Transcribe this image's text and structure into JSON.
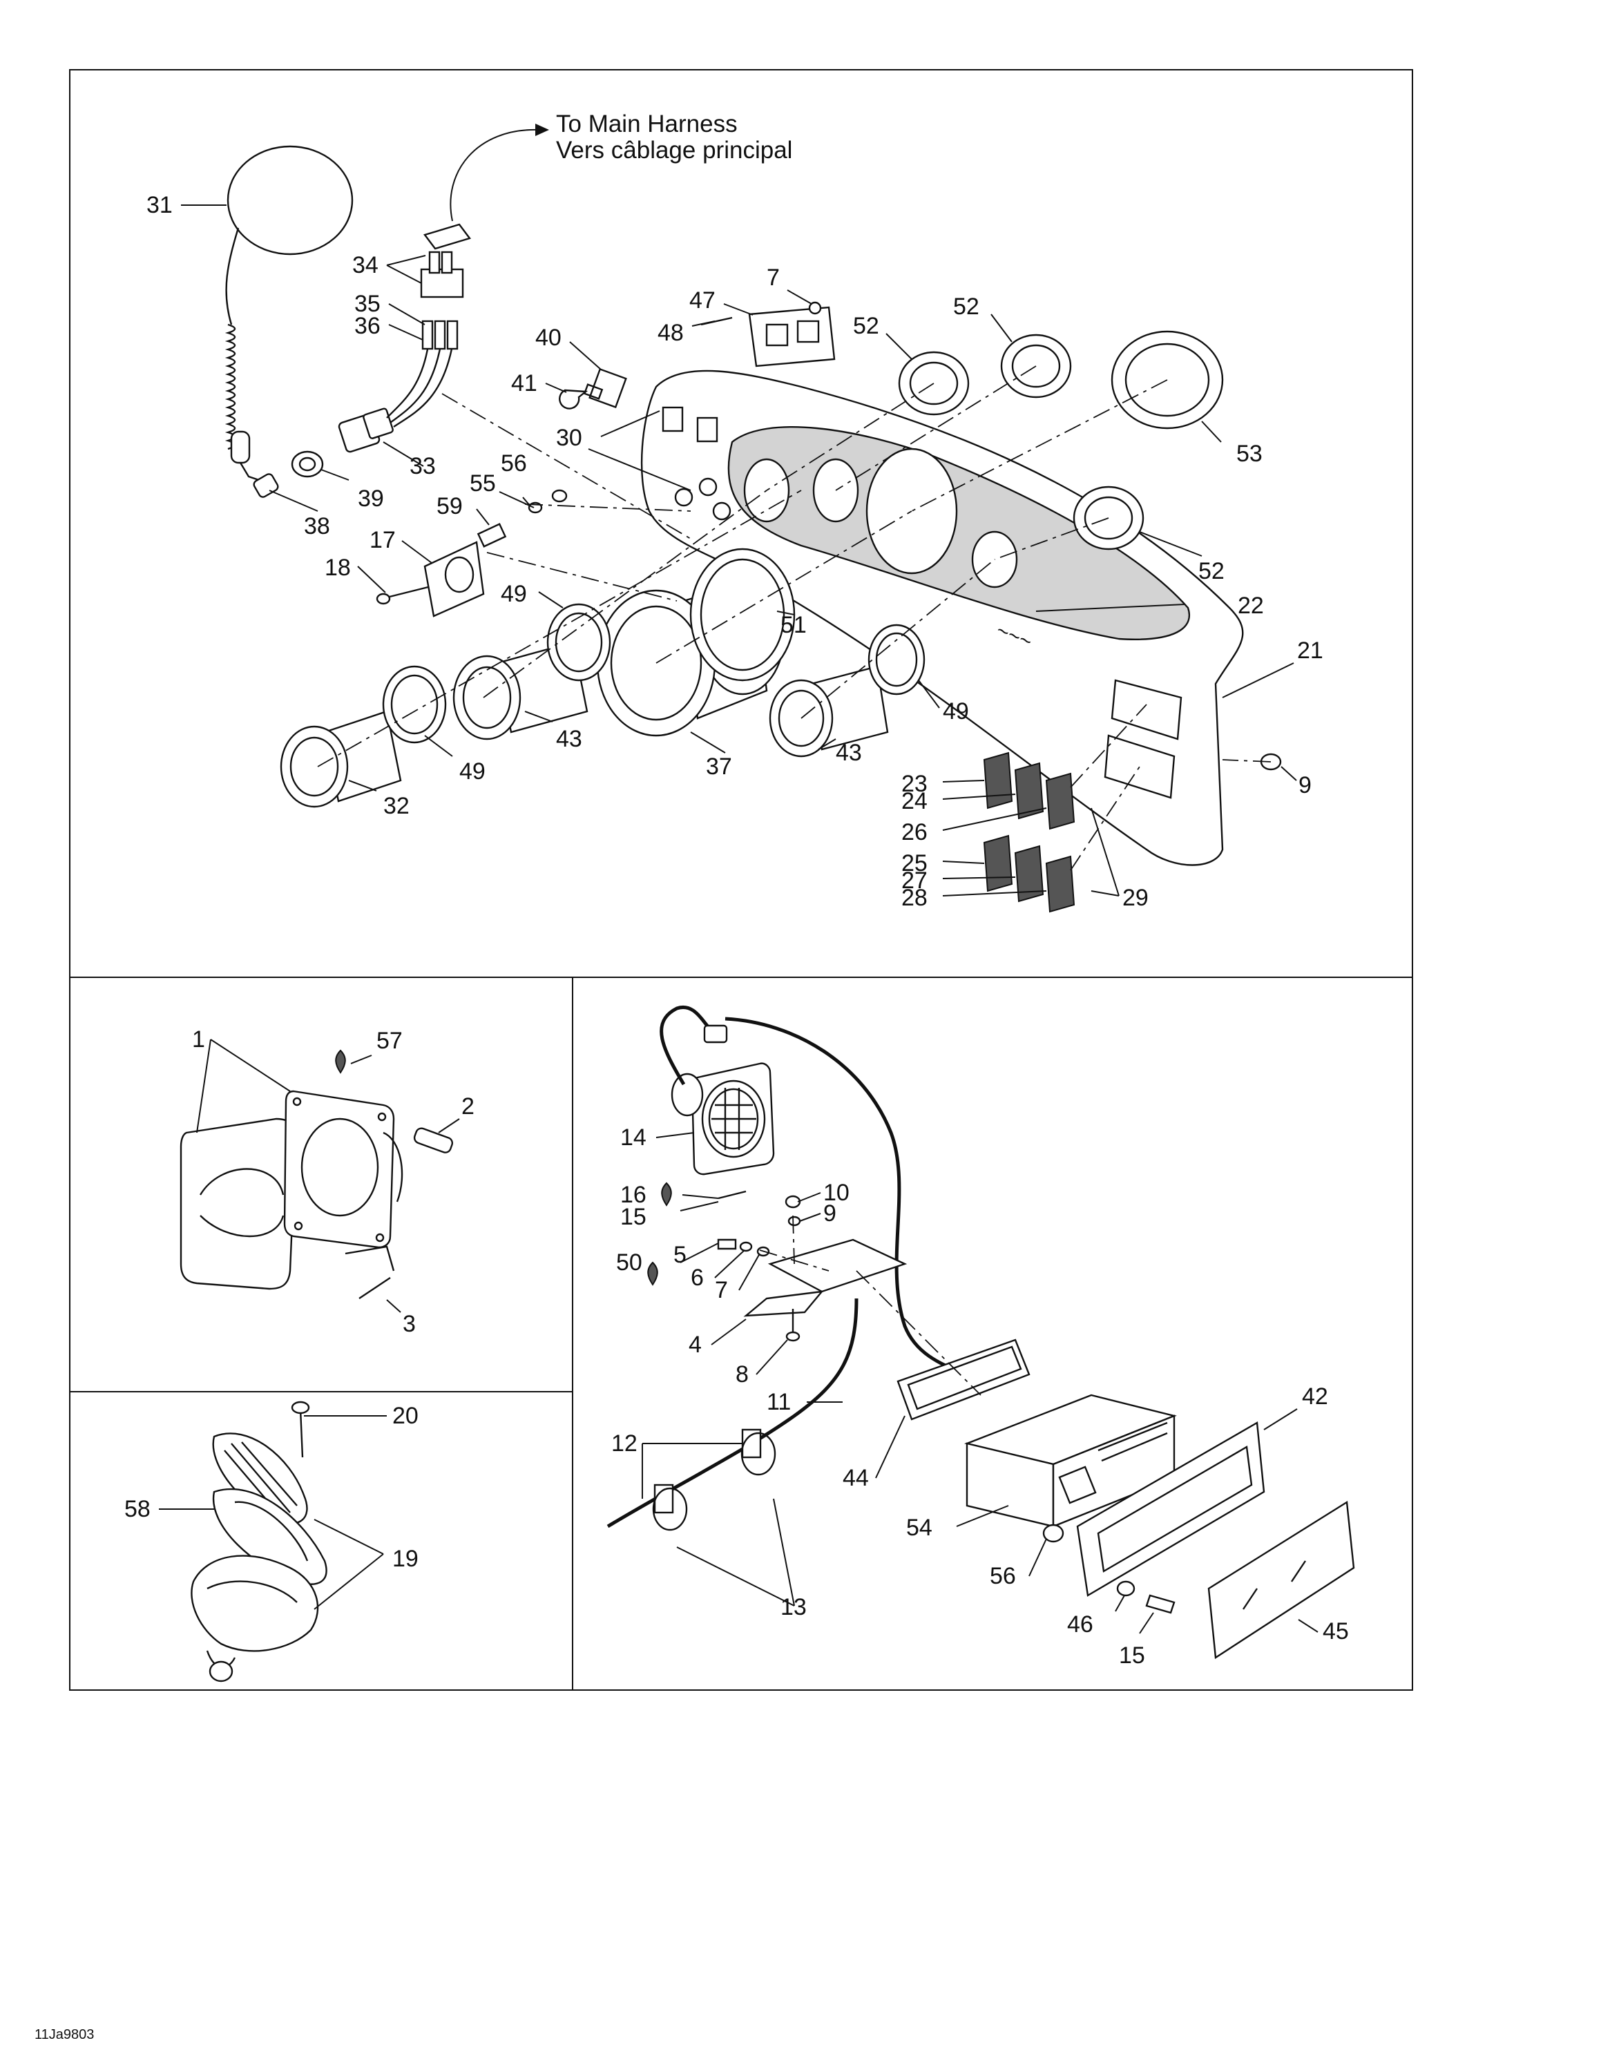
{
  "harness_caption": {
    "line1": "To Main Harness",
    "line2": "Vers câblage principal"
  },
  "image_code": "11Ja9803",
  "part_labels": {
    "top": [
      "31",
      "34",
      "35",
      "36",
      "40",
      "41",
      "48",
      "47",
      "7",
      "52",
      "52",
      "30",
      "33",
      "56",
      "55",
      "59",
      "39",
      "38",
      "17",
      "18",
      "49",
      "51",
      "22",
      "21",
      "53",
      "52",
      "49",
      "43",
      "37",
      "43",
      "49",
      "32",
      "23",
      "24",
      "26",
      "25",
      "27",
      "28",
      "29",
      "9"
    ],
    "left": [
      "1",
      "57",
      "2",
      "3"
    ],
    "bottom_left": [
      "20",
      "58",
      "19"
    ],
    "right": [
      "14",
      "16",
      "15",
      "10",
      "9",
      "50",
      "5",
      "6",
      "7",
      "4",
      "8",
      "11",
      "12",
      "13",
      "44",
      "42",
      "54",
      "56",
      "46",
      "15",
      "45"
    ]
  }
}
